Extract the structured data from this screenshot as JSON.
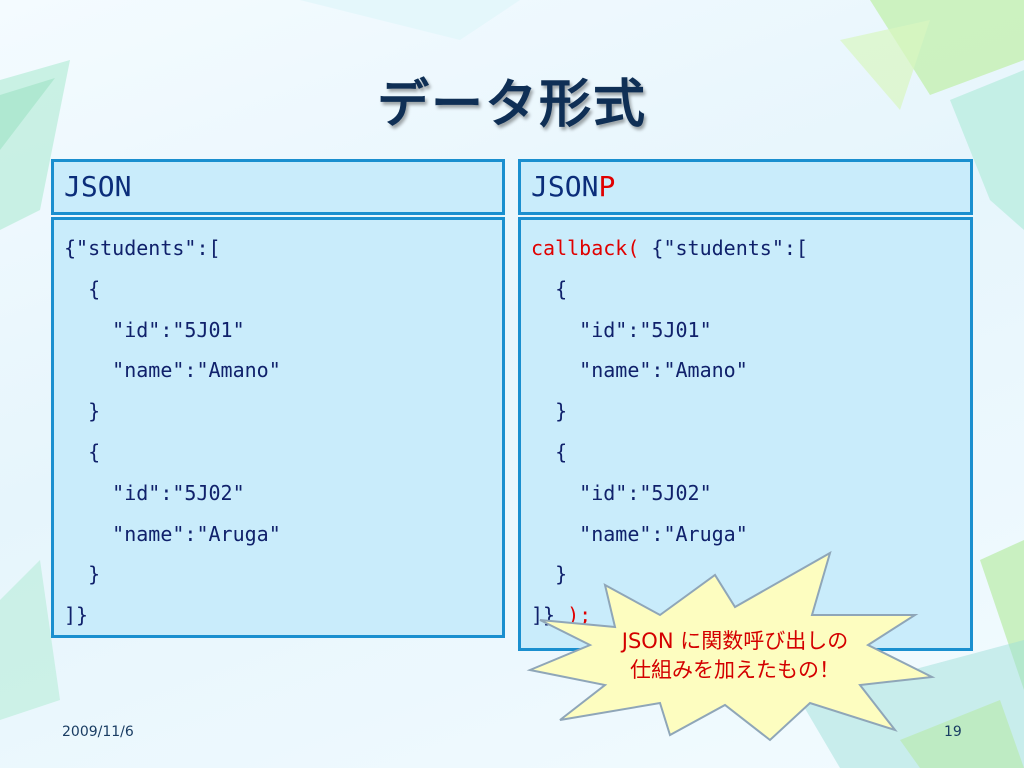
{
  "slide": {
    "title": "データ形式",
    "date": "2009/11/6",
    "page_number": "19"
  },
  "json_panel": {
    "label": "JSON",
    "lines": [
      "{\"students\":[",
      "  {",
      "    \"id\":\"5J01\"",
      "    \"name\":\"Amano\"",
      "  }",
      "  {",
      "    \"id\":\"5J02\"",
      "    \"name\":\"Aruga\"",
      "  }",
      "]}"
    ]
  },
  "jsonp_panel": {
    "label": "JSON",
    "label_accent": "P",
    "callback_open": "callback(",
    "first_line_rest": " {\"students\":[",
    "lines": [
      "  {",
      "    \"id\":\"5J01\"",
      "    \"name\":\"Amano\"",
      "  }",
      "  {",
      "    \"id\":\"5J02\"",
      "    \"name\":\"Aruga\"",
      "  }"
    ],
    "last_line_start": "]}",
    "callback_close": " );"
  },
  "callout": {
    "line1": "JSON に関数呼び出しの",
    "line2": "仕組みを加えたもの！"
  },
  "colors": {
    "panel_fill": "#c9ecfb",
    "panel_border": "#1a8fcf",
    "code_text": "#10216b",
    "accent_red": "#e00000",
    "title_text": "#0f2f55",
    "burst_fill": "#fdfdc0"
  }
}
